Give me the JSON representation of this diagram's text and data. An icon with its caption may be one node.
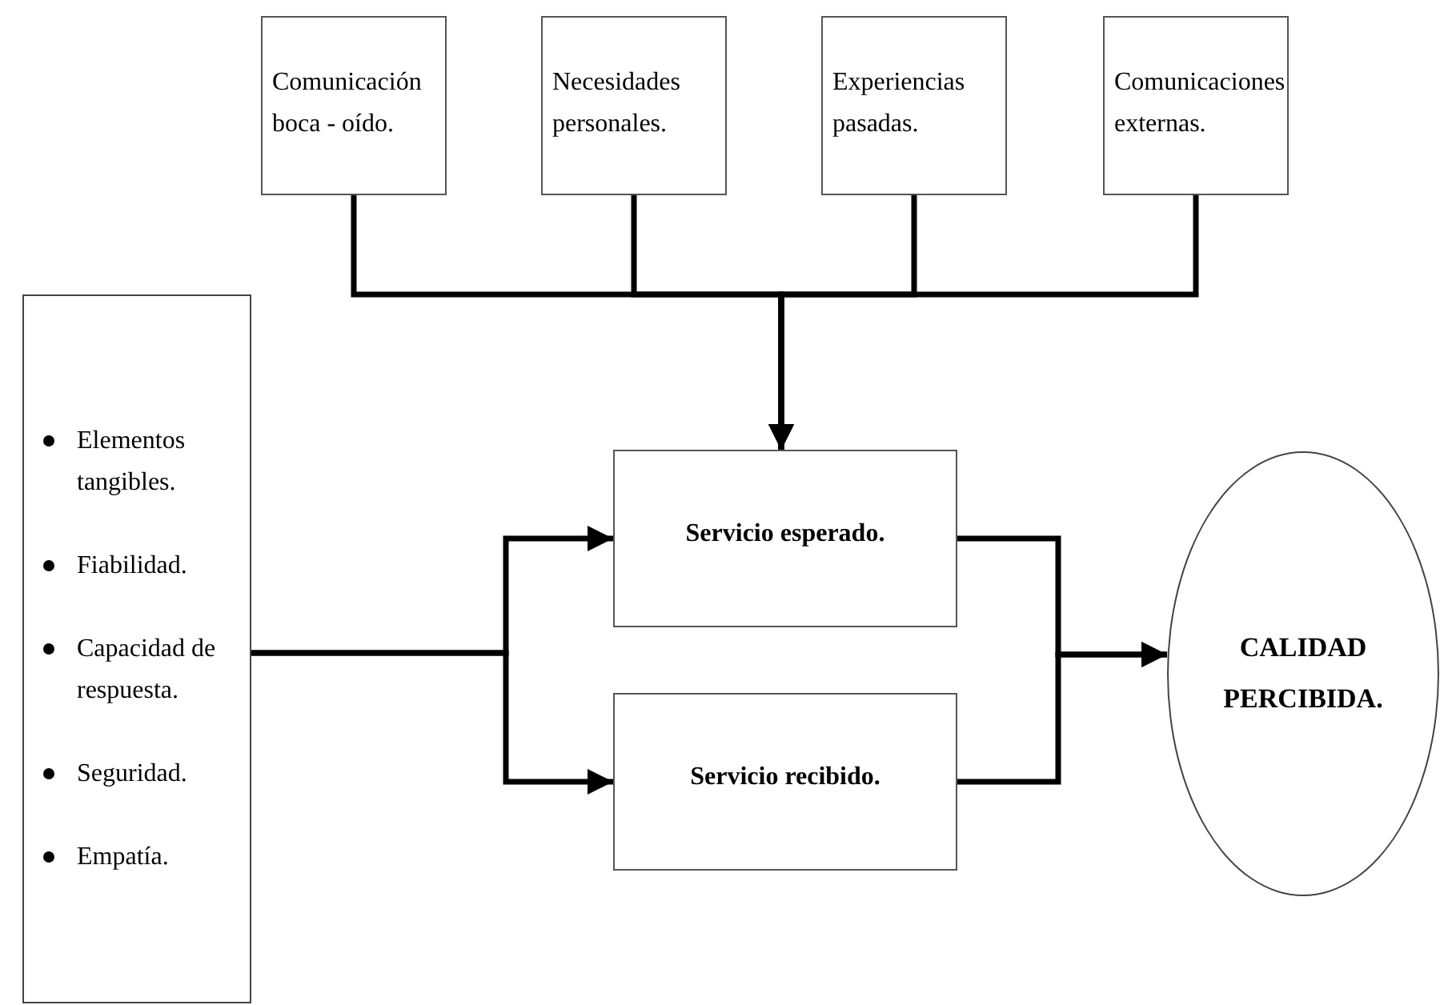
{
  "diagram": {
    "nodes": [
      {
        "text": [
          "Comunicación boca - oído."
        ]
      },
      {
        "text": [
          "Necesidades personales."
        ]
      },
      {
        "text": [
          "Experiencias pasadas."
        ]
      },
      {
        "text": [
          "Comunicaciones externas."
        ]
      },
      {
        "text": [
          "Elementos tangibles.",
          "Fiabilidad.",
          "Capacidad de respuesta.",
          "Seguridad.",
          "Empatía."
        ]
      },
      {
        "text": [
          "Servicio esperado."
        ]
      },
      {
        "text": [
          "Servicio recibido."
        ]
      },
      {
        "text": [
          "CALIDAD PERCIBIDA."
        ]
      }
    ],
    "edges": [
      {
        "from": 0,
        "to": 5,
        "arrow": "to"
      },
      {
        "from": 1,
        "to": 5,
        "arrow": "to"
      },
      {
        "from": 2,
        "to": 5,
        "arrow": "to"
      },
      {
        "from": 3,
        "to": 5,
        "arrow": "to"
      },
      {
        "from": 4,
        "to": 5,
        "arrow": "to"
      },
      {
        "from": 4,
        "to": 6,
        "arrow": "to"
      },
      {
        "from": 5,
        "to": 7,
        "arrow": "to"
      },
      {
        "from": 6,
        "to": 7,
        "arrow": "to"
      }
    ]
  }
}
